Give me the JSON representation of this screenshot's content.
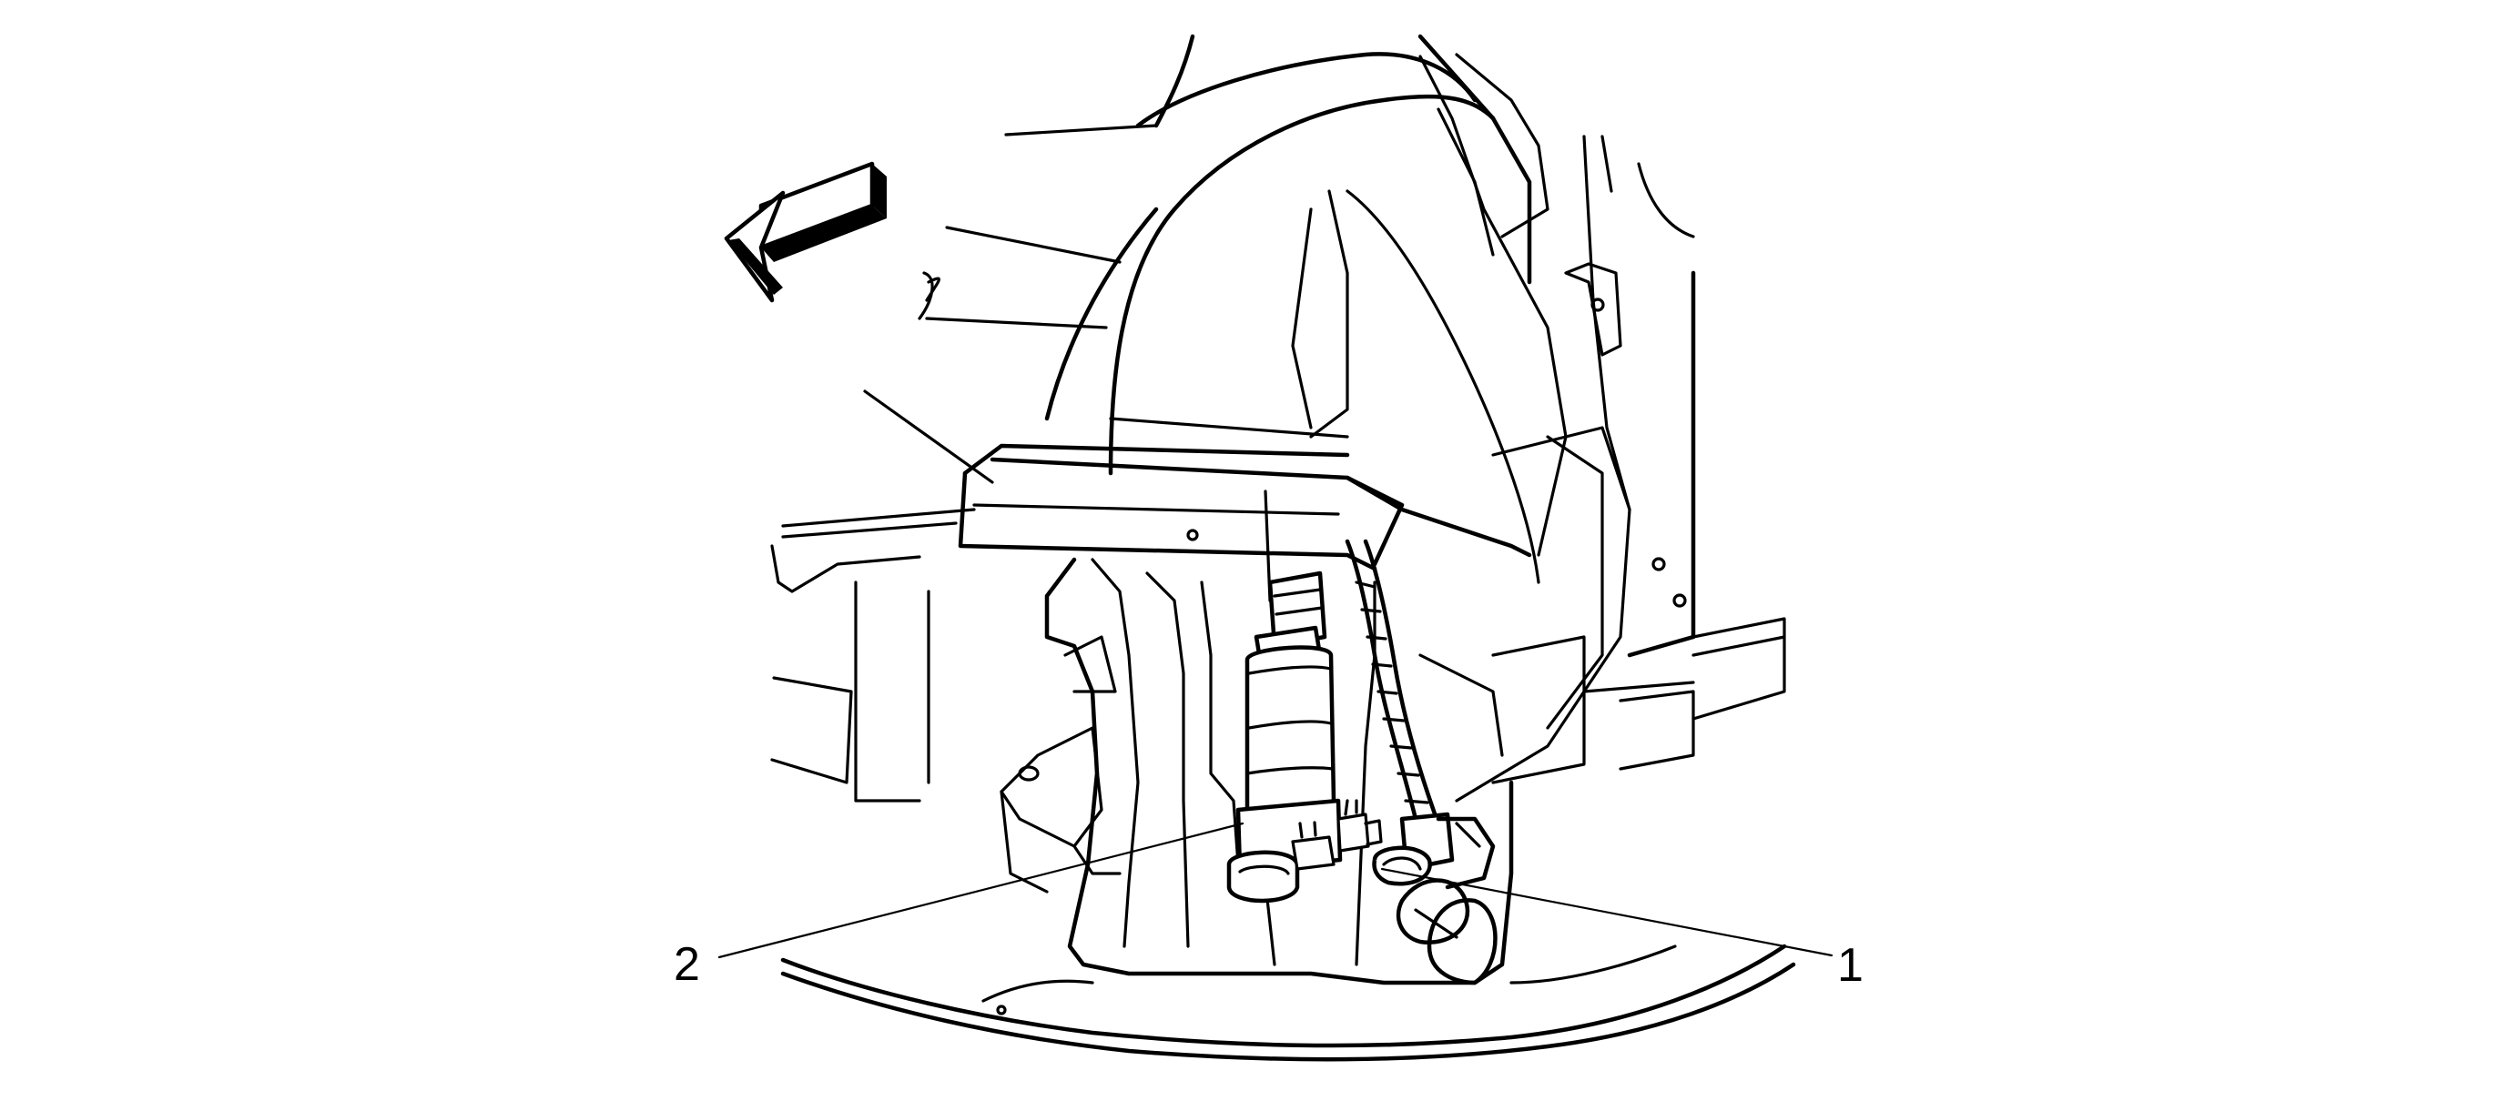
{
  "diagram": {
    "callouts": [
      {
        "id": "1",
        "label": "1"
      },
      {
        "id": "2",
        "label": "2"
      }
    ],
    "direction_arrow": {
      "icon": "front-direction-arrow-icon"
    },
    "colors": {
      "line": "#000000",
      "background": "#ffffff"
    }
  }
}
